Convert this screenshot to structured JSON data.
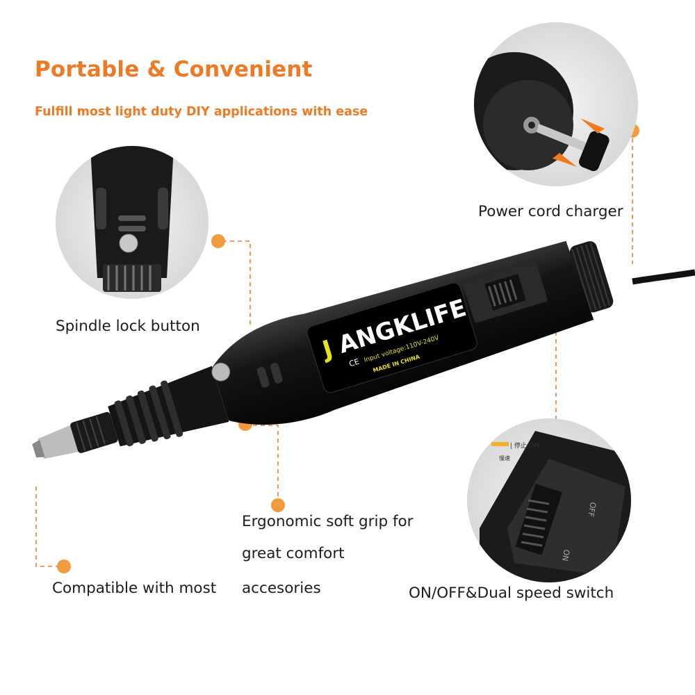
{
  "header": {
    "title": "Portable & Convenient",
    "subtitle": "Fulfill most light duty DIY applications with ease"
  },
  "callouts": {
    "spindle_lock": "Spindle lock button",
    "power_cord": "Power cord charger",
    "soft_grip_line1": "Ergonomic soft grip for",
    "soft_grip_line2": "great comfort",
    "compatible": "Compatible with most",
    "accessories": "accesories",
    "switch": "ON/OFF&Dual speed switch"
  },
  "product_label": {
    "brand_first": "J",
    "brand_rest": "ANGKLIFE",
    "ce_mark": "CE",
    "voltage": "Input voltage:110V-240V",
    "origin": "MADE IN CHINA"
  },
  "switch_inset": {
    "off_marker": "| 停止 OFF",
    "slow_marker": "慢速",
    "off_text": "OFF",
    "on_text": "ON"
  },
  "colors": {
    "accent": "#ee7a26",
    "label_yellow": "#e6e21c",
    "tool_body": "#141414"
  }
}
